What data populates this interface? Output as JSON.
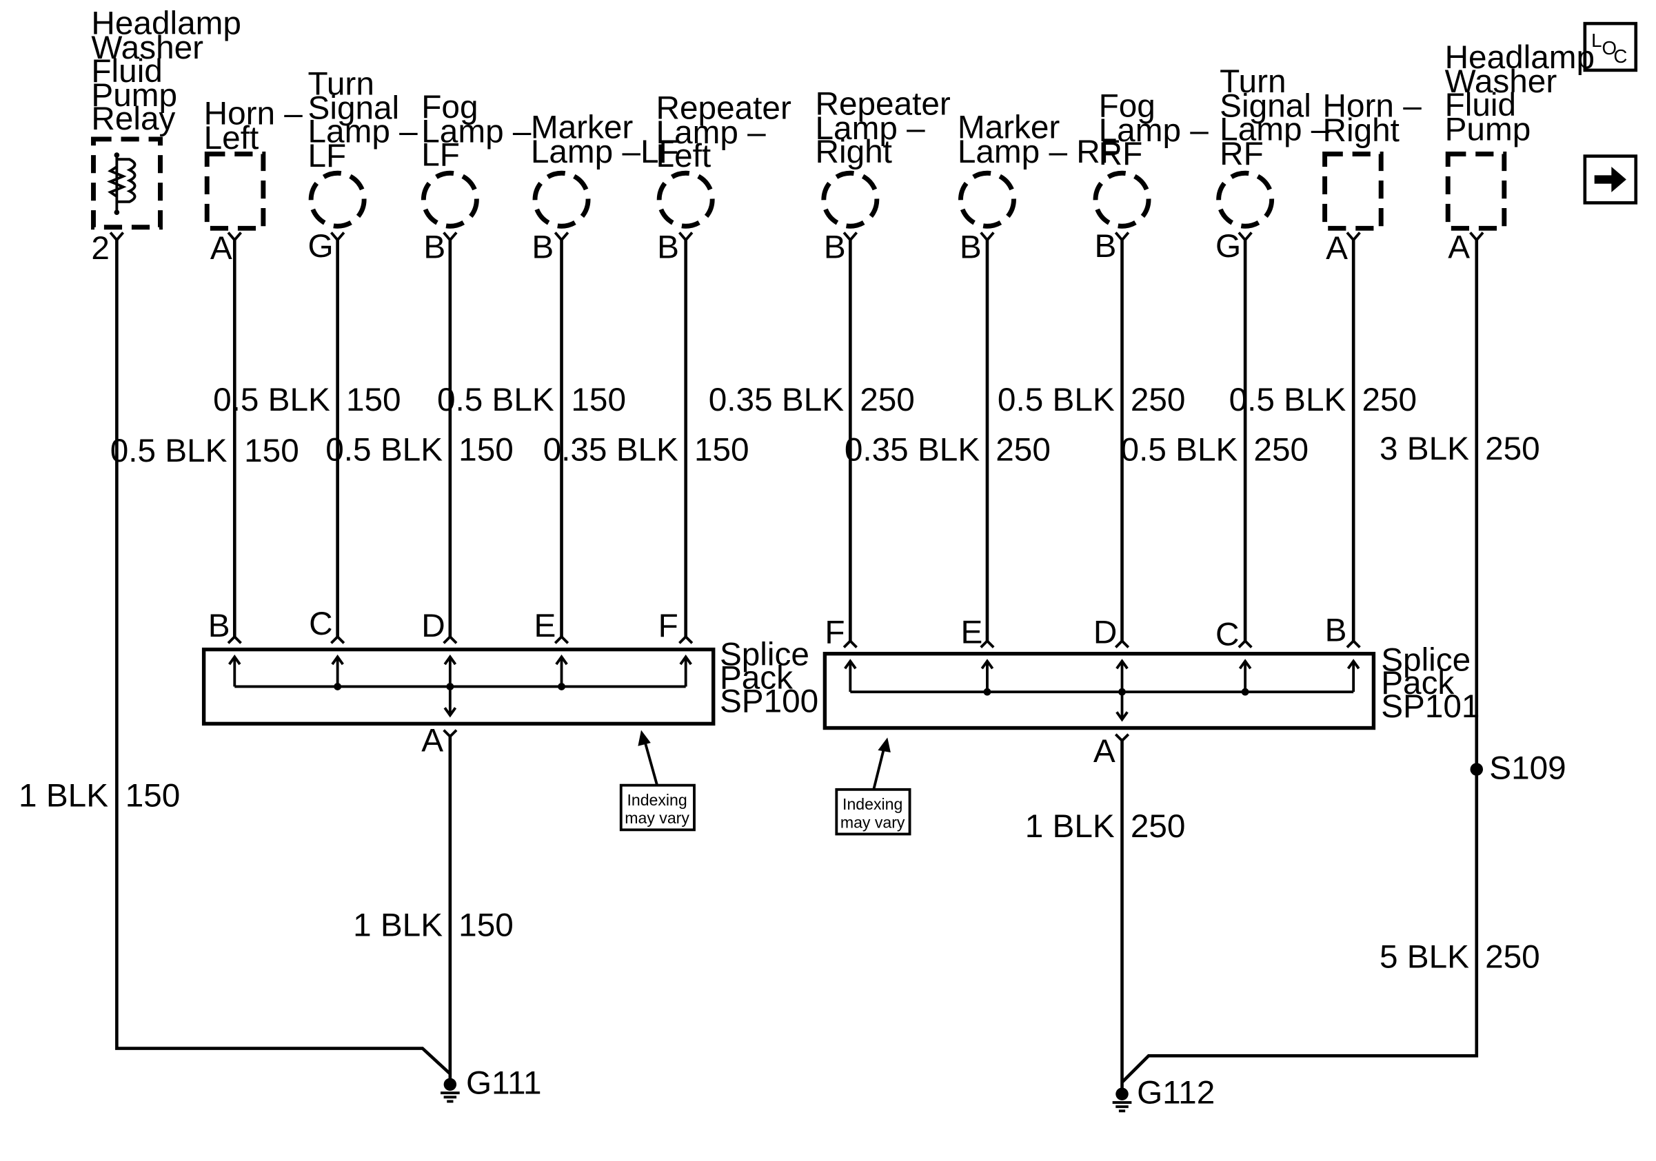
{
  "components": {
    "hwfp_relay": [
      "Headlamp",
      "Washer",
      "Fluid",
      "Pump",
      "Relay"
    ],
    "horn_left": [
      "Horn –",
      "Left"
    ],
    "turn_lf": [
      "Turn",
      "Signal",
      "Lamp –",
      "LF"
    ],
    "fog_lf": [
      "Fog",
      "Lamp –",
      "LF"
    ],
    "marker_lf": [
      "Marker",
      "Lamp –LF"
    ],
    "repeater_left": [
      "Repeater",
      "Lamp –",
      "Left"
    ],
    "repeater_right": [
      "Repeater",
      "Lamp –",
      "Right"
    ],
    "marker_rf": [
      "Marker",
      "Lamp – RF"
    ],
    "fog_rf": [
      "Fog",
      "Lamp –",
      "RF"
    ],
    "turn_rf": [
      "Turn",
      "Signal",
      "Lamp –",
      "RF"
    ],
    "horn_right": [
      "Horn –",
      "Right"
    ],
    "hwfp": [
      "Headlamp",
      "Washer",
      "Fluid",
      "Pump"
    ]
  },
  "connector_pins": {
    "hwfp_relay": "2",
    "horn_left": "A",
    "turn_lf": "G",
    "fog_lf": "B",
    "marker_lf": "B",
    "repeater_left": "B",
    "repeater_right": "B",
    "marker_rf": "B",
    "fog_rf": "B",
    "turn_rf": "G",
    "horn_right": "A",
    "hwfp": "A"
  },
  "wires": {
    "horn_left": {
      "size_color": "0.5 BLK",
      "circuit": "150"
    },
    "turn_lf": {
      "size_color": "0.5 BLK",
      "circuit": "150"
    },
    "fog_lf": {
      "size_color": "0.5 BLK",
      "circuit": "150"
    },
    "marker_lf": {
      "size_color": "0.5 BLK",
      "circuit": "150"
    },
    "repeater_left": {
      "size_color": "0.35 BLK",
      "circuit": "150"
    },
    "repeater_right": {
      "size_color": "0.35 BLK",
      "circuit": "250"
    },
    "marker_rf": {
      "size_color": "0.35 BLK",
      "circuit": "250"
    },
    "fog_rf": {
      "size_color": "0.5 BLK",
      "circuit": "250"
    },
    "turn_rf": {
      "size_color": "0.5 BLK",
      "circuit": "250"
    },
    "horn_right": {
      "size_color": "0.5 BLK",
      "circuit": "250"
    },
    "hwfp": {
      "size_color": "3 BLK",
      "circuit": "250"
    },
    "relay_ground": {
      "size_color": "1 BLK",
      "circuit": "150"
    },
    "sp100_ground": {
      "size_color": "1 BLK",
      "circuit": "150"
    },
    "sp101_ground": {
      "size_color": "1 BLK",
      "circuit": "250"
    },
    "s109_ground": {
      "size_color": "5 BLK",
      "circuit": "250"
    }
  },
  "splice_packs": {
    "sp100": {
      "label": [
        "Splice",
        "Pack",
        "SP100"
      ],
      "pins_top": [
        "B",
        "C",
        "D",
        "E",
        "F"
      ],
      "pin_bottom": "A"
    },
    "sp101": {
      "label": [
        "Splice",
        "Pack",
        "SP101"
      ],
      "pins_top": [
        "F",
        "E",
        "D",
        "C",
        "B"
      ],
      "pin_bottom": "A"
    }
  },
  "notes": {
    "indexing_left": [
      "Indexing",
      "may vary"
    ],
    "indexing_right": [
      "Indexing",
      "may vary"
    ]
  },
  "splice": "S109",
  "grounds": {
    "g111": "G111",
    "g112": "G112"
  },
  "nav": {
    "loc_icon": "LOC",
    "next_icon": "right-arrow"
  }
}
